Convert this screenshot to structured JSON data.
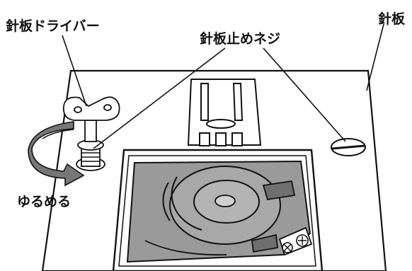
{
  "labels": {
    "screwdriver": "針板ドライバー",
    "plate_screw": "針板止めネジ",
    "needle_plate": "針板",
    "loosen": "ゆるめる"
  },
  "colors": {
    "line": "#111111",
    "shuttle_gray": "#9a9a9a",
    "dark_gray": "#6f6f6f",
    "arrow_fill": "#777777",
    "paper": "#ffffff"
  }
}
